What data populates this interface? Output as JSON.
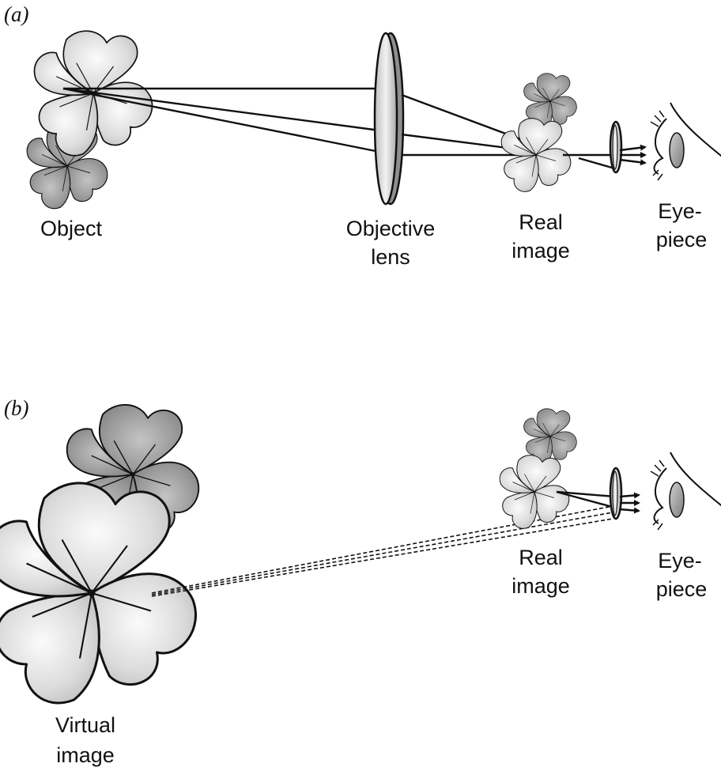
{
  "panels": {
    "a": {
      "tag": "(a)",
      "object_label": "Object",
      "objective_label": [
        "Objective",
        "lens"
      ],
      "real_image_label": [
        "Real",
        "image"
      ],
      "eyepiece_label": [
        "Eye-",
        "piece"
      ]
    },
    "b": {
      "tag": "(b)",
      "virtual_image_label": [
        "Virtual",
        "image"
      ],
      "real_image_label": [
        "Real",
        "image"
      ],
      "eyepiece_label": [
        "Eye-",
        "piece"
      ]
    }
  },
  "colors": {
    "light_flower": "#e6e6e6",
    "dark_flower": "#9a9a9a",
    "lens": "#d8d8d8",
    "line": "#111111"
  }
}
